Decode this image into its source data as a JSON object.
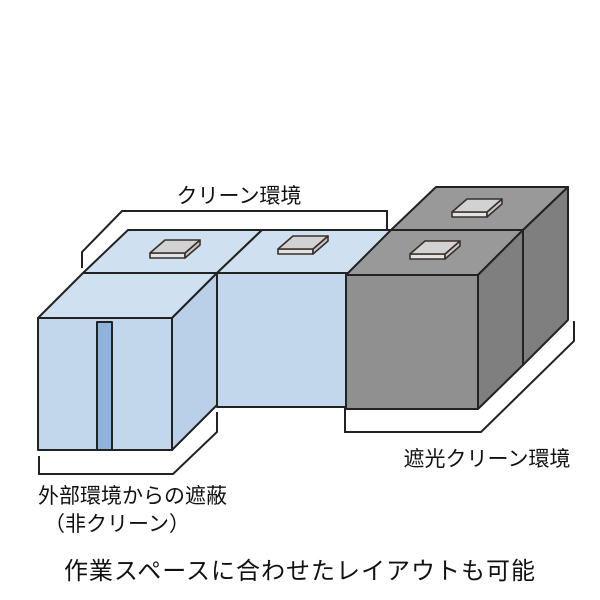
{
  "diagram": {
    "labels": {
      "clean_env": "クリーン環境",
      "shaded_clean_env": "遮光クリーン環境",
      "external_shield_line1": "外部環境からの遮蔽",
      "external_shield_line2": "（非クリーン）",
      "caption": "作業スペースに合わせたレイアウトも可能"
    },
    "colors": {
      "blue_top": "#cfe0f1",
      "blue_front": "#c3d7ec",
      "blue_side": "#b9d0e8",
      "slot_blue": "#8fb4da",
      "gray_top": "#999999",
      "gray_front": "#909090",
      "gray_side": "#7f7f7f",
      "lid_top": "#d2d2d2",
      "lid_front": "#e3e3e3",
      "lid_side": "#c6c6c6",
      "outline": "#222222",
      "lid_outline": "#3a2f2b",
      "text": "#111111",
      "background": "#ffffff"
    }
  }
}
